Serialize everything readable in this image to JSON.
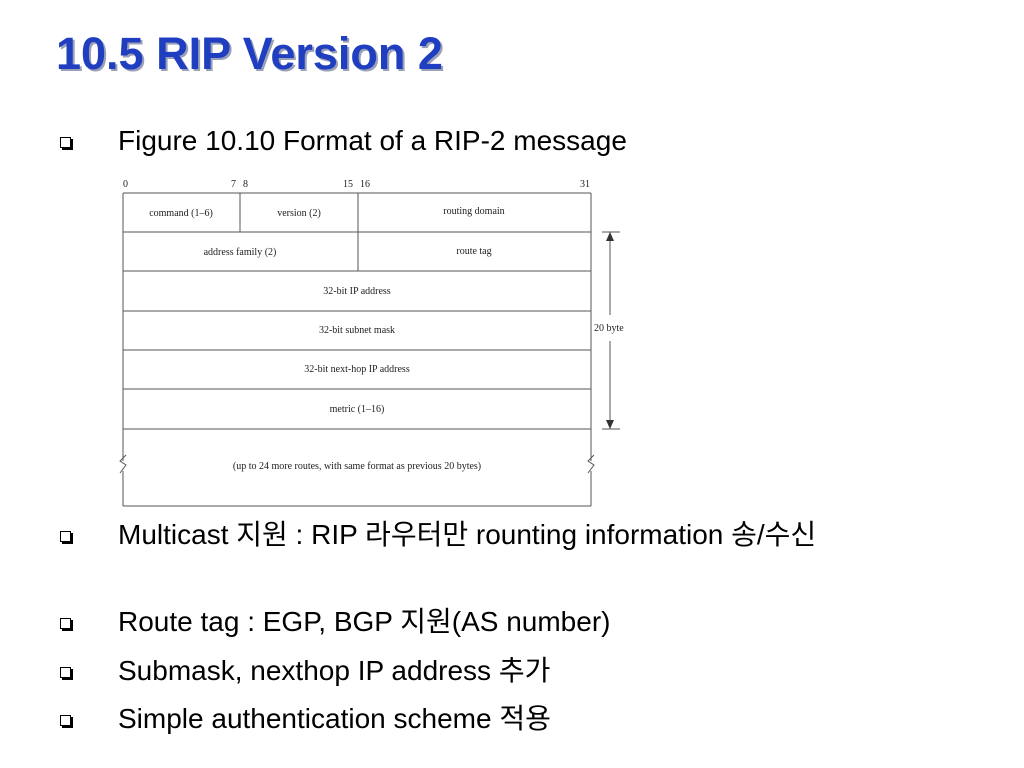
{
  "title": "10.5 RIP Version 2",
  "bullets": [
    "Figure 10.10 Format of a RIP-2 message",
    "Multicast 지원 : RIP 라우터만 rounting information 송/수신",
    "Route tag : EGP, BGP 지원(AS number)",
    "Submask, nexthop IP address 추가",
    "Simple authentication scheme 적용"
  ],
  "figure": {
    "bit_labels": {
      "b0": "0",
      "b7": "7",
      "b8": "8",
      "b15": "15",
      "b16": "16",
      "b31": "31"
    },
    "rows": {
      "command": "command (1–6)",
      "version": "version (2)",
      "routing_domain": "routing domain",
      "address_family": "address family (2)",
      "route_tag": "route tag",
      "ip_address": "32-bit IP address",
      "subnet_mask": "32-bit subnet mask",
      "next_hop": "32-bit next-hop IP address",
      "metric": "metric (1–16)",
      "more_routes": "(up to 24 more routes, with same format as previous 20 bytes)"
    },
    "size_label": "20 byte"
  }
}
